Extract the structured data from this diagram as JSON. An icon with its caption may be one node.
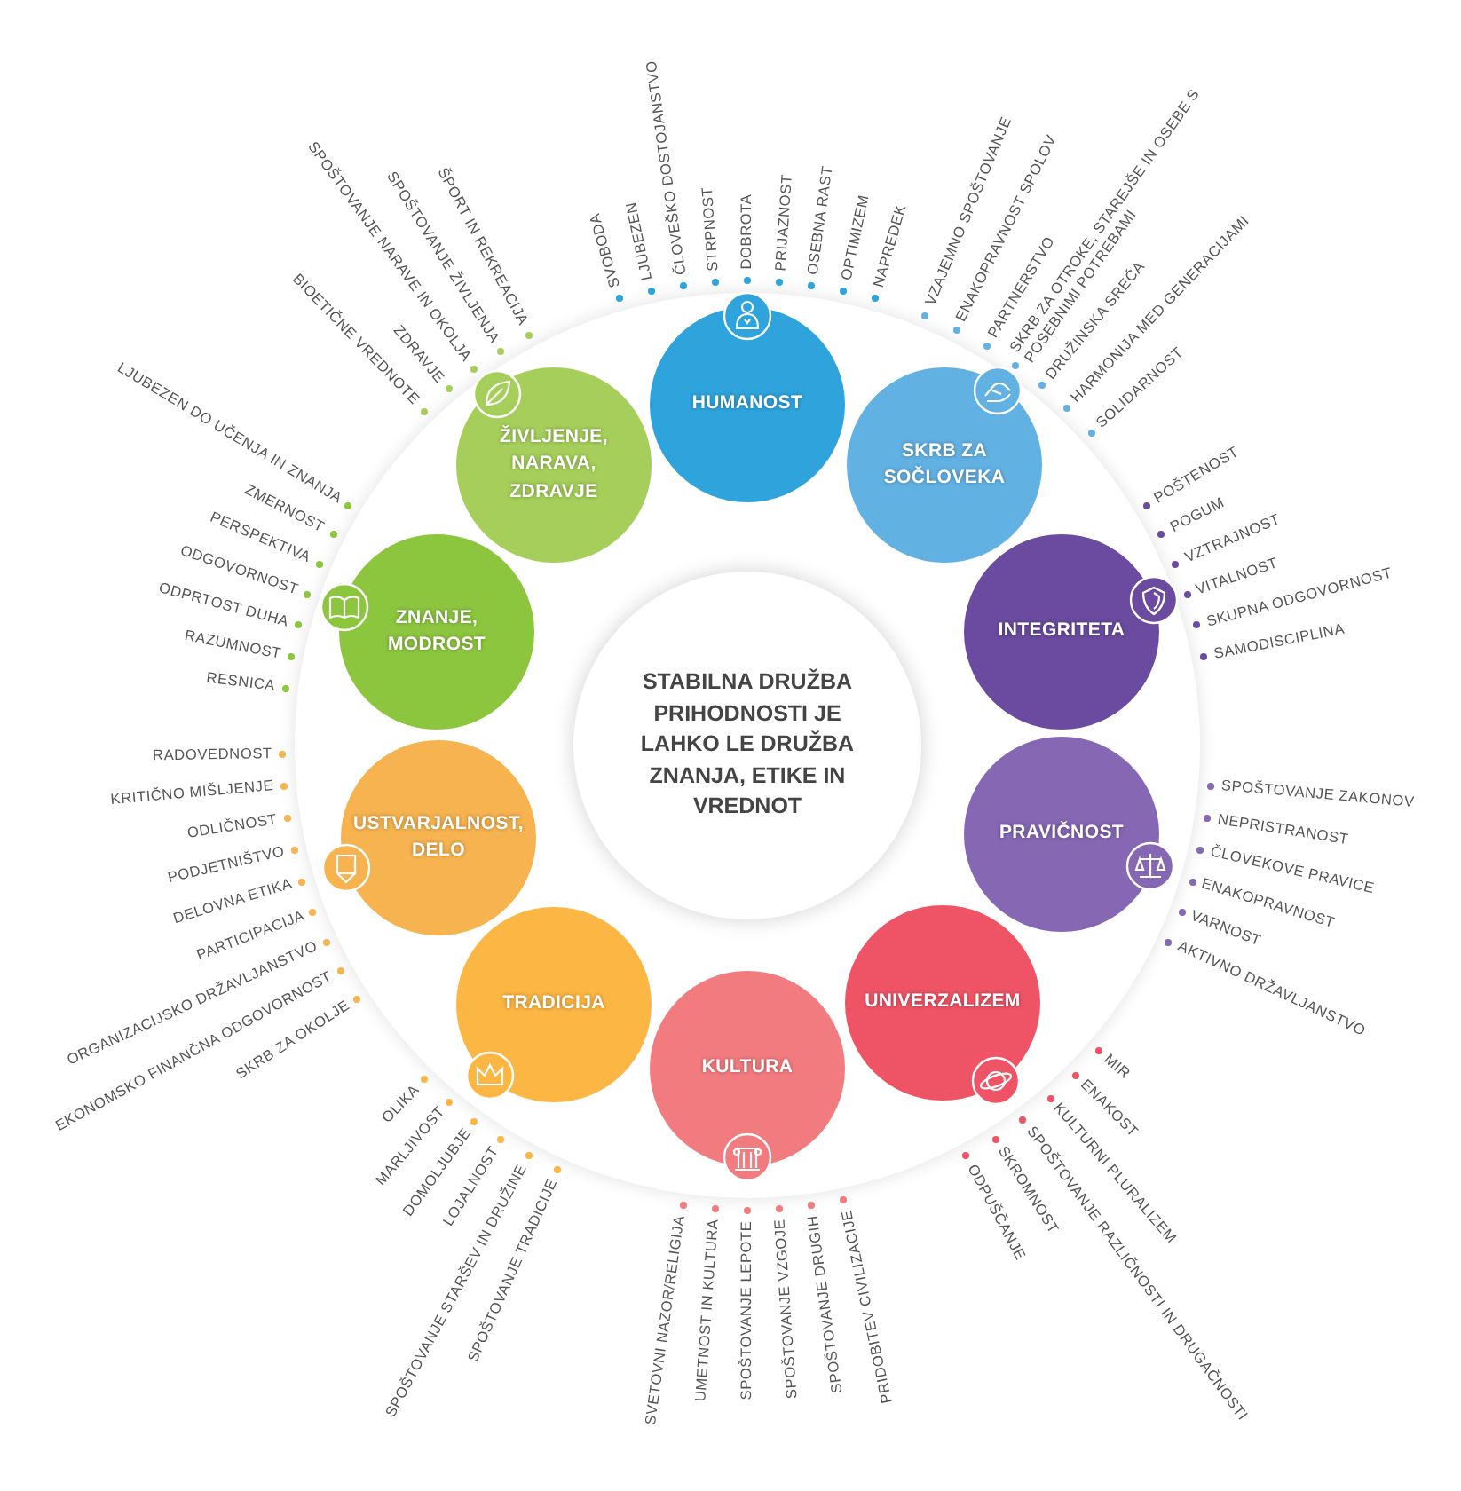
{
  "diagram": {
    "nodes": [
      {
        "text": [
          "STABILNA DRUŽBA PRIHODNOSTI JE LAHKO LE DRUŽBA ZNANJA, ETIKE IN VREDNOT"
        ]
      },
      {
        "text": [
          "HUMANOST"
        ],
        "beside": [
          "SVOBODA",
          "LJUBEZEN",
          "ČLOVEŠKO DOSTOJANSTVO",
          "STRPNOST",
          "DOBROTA",
          "PRIJAZNOST",
          "OSEBNA RAST",
          "OPTIMIZEM",
          "NAPREDEK"
        ]
      },
      {
        "text": [
          "SKRB ZA SOČLOVEKA"
        ],
        "beside": [
          "VZAJEMNO SPOŠTOVANJE",
          "ENAKOPRAVNOST SPOLOV",
          "PARTNERSTVO",
          "SKRB ZA OTROKE, STAREJŠE IN OSEBE S POSEBNIMI POTREBAMI",
          "DRUŽINSKA SREČA",
          "HARMONIJA MED GENERACIJAMI",
          "SOLIDARNOST"
        ]
      },
      {
        "text": [
          "INTEGRITETA"
        ],
        "beside": [
          "POŠTENOST",
          "POGUM",
          "VZTRAJNOST",
          "VITALNOST",
          "SKUPNA ODGOVORNOST",
          "SAMODISCIPLINA"
        ]
      },
      {
        "text": [
          "PRAVIČNOST"
        ],
        "beside": [
          "SPOŠTOVANJE ZAKONOV",
          "NEPRISTRANOST",
          "ČLOVEKOVE PRAVICE",
          "ENAKOPRAVNOST",
          "VARNOST",
          "AKTIVNO DRŽAVLJANSTVO"
        ]
      },
      {
        "text": [
          "UNIVERZALIZEM"
        ],
        "beside": [
          "MIR",
          "ENAKOST",
          "KULTURNI PLURALIZEM",
          "SPOŠTOVANJE RAZLIČNOSTI IN DRUGAČNOSTI",
          "SKROMNOST",
          "ODPUŠČANJE"
        ]
      },
      {
        "text": [
          "KULTURA"
        ],
        "beside": [
          "SVETOVNI NAZOR/RELIGIJA",
          "UMETNOST IN KULTURA",
          "SPOŠTOVANJE LEPOTE",
          "SPOŠTOVANJE VZGOJE",
          "SPOŠTOVANJE DRUGIH",
          "PRIDOBITEV CIVILIZACIJE"
        ]
      },
      {
        "text": [
          "TRADICIJA"
        ],
        "beside": [
          "OLIKA",
          "MARLJIVOST",
          "DOMOLJUBJE",
          "LOJALNOST",
          "SPOŠTOVANJE STARŠEV IN DRUŽINE",
          "SPOŠTOVANJE TRADICIJE"
        ]
      },
      {
        "text": [
          "USTVARJALNOST, DELO"
        ],
        "beside": [
          "RADOVEDNOST",
          "KRITIČNO MIŠLJENJE",
          "ODLIČNOST",
          "PODJETNIŠTVO",
          "DELOVNA ETIKA",
          "PARTICIPACIJA",
          "ORGANIZACIJSKO DRŽAVLJANSTVO",
          "EKONOMSKO FINANČNA ODGOVORNOST",
          "SKRB ZA OKOLJE"
        ]
      },
      {
        "text": [
          "ZNANJE, MODROST"
        ],
        "beside": [
          "LJUBEZEN DO UČENJA IN ZNANJA",
          "ZMERNOST",
          "PERSPEKTIVA",
          "ODGOVORNOST",
          "ODPRTOST DUHA",
          "RAZUMNOST",
          "RESNICA"
        ]
      },
      {
        "text": [
          "ŽIVLJENJE, NARAVA, ZDRAVJE"
        ],
        "beside": [
          "BIOETIČNE VREDNOTE",
          "ZDRAVJE",
          "SPOŠTOVANJE NARAVE IN OKOLJA",
          "SPOŠTOVANJE ŽIVLJENJA",
          "ŠPORT IN REKREACIJA"
        ]
      }
    ]
  }
}
